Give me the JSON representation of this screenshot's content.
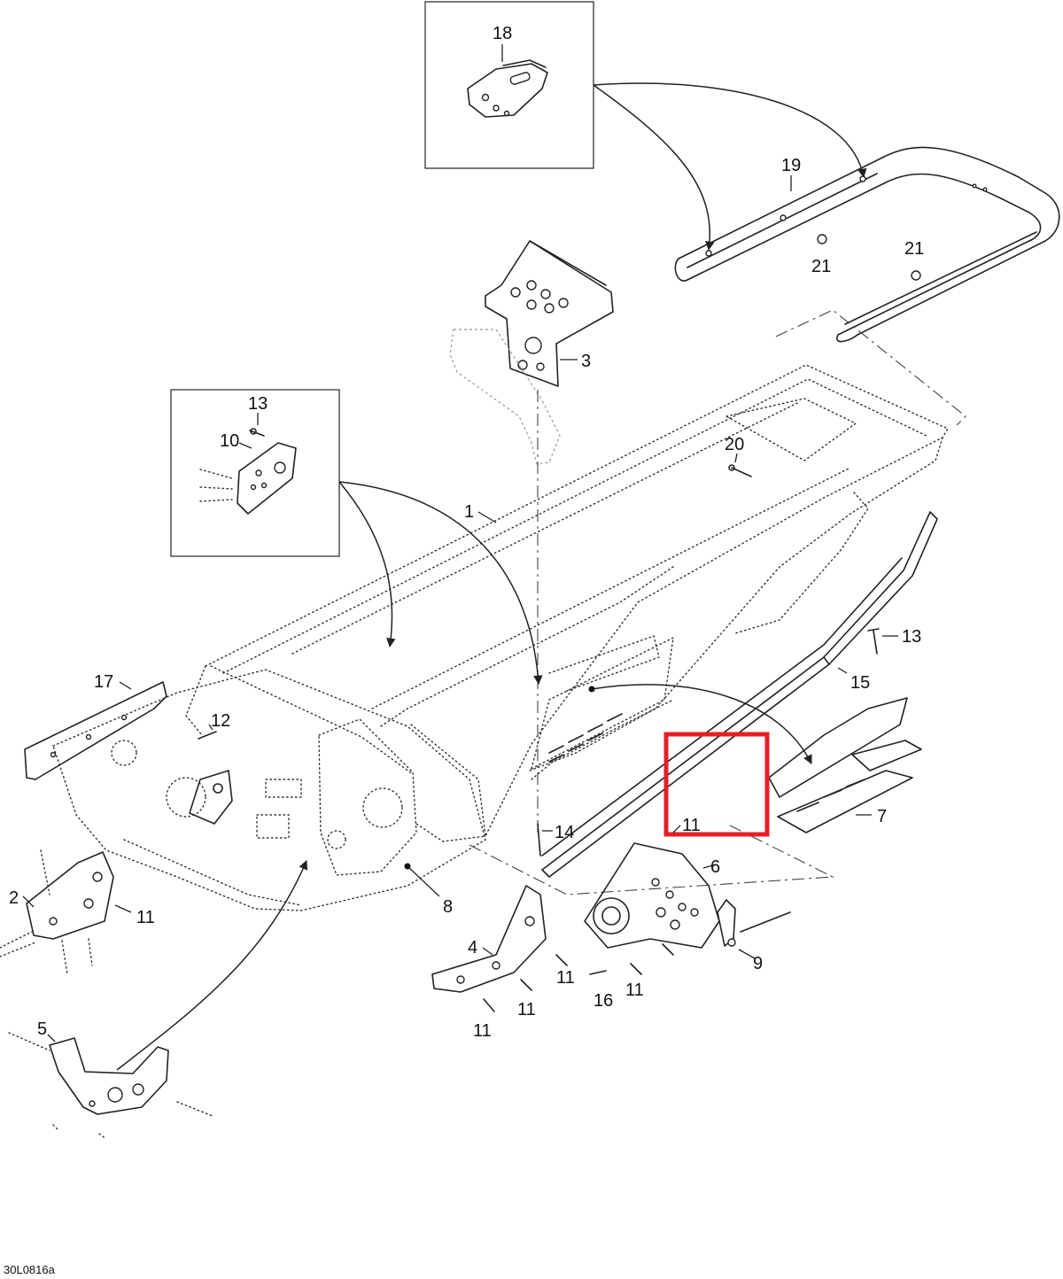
{
  "figure_code": "30L0816a",
  "callouts": {
    "c1": "1",
    "c2": "2",
    "c3": "3",
    "c4": "4",
    "c5": "5",
    "c6": "6",
    "c7": "7",
    "c8": "8",
    "c9": "9",
    "c10": "10",
    "c11a": "11",
    "c11b": "11",
    "c11c": "11",
    "c11d": "11",
    "c11e": "11",
    "c11f": "11",
    "c12": "12",
    "c13a": "13",
    "c13b": "13",
    "c14": "14",
    "c15": "15",
    "c16": "16",
    "c17": "17",
    "c18": "18",
    "c19": "19",
    "c20": "20",
    "c21a": "21",
    "c21b": "21"
  },
  "highlight": {
    "label": "11",
    "color": "#e41f26"
  },
  "colors": {
    "line": "#222222",
    "highlight": "#e41f26",
    "background": "#ffffff"
  }
}
